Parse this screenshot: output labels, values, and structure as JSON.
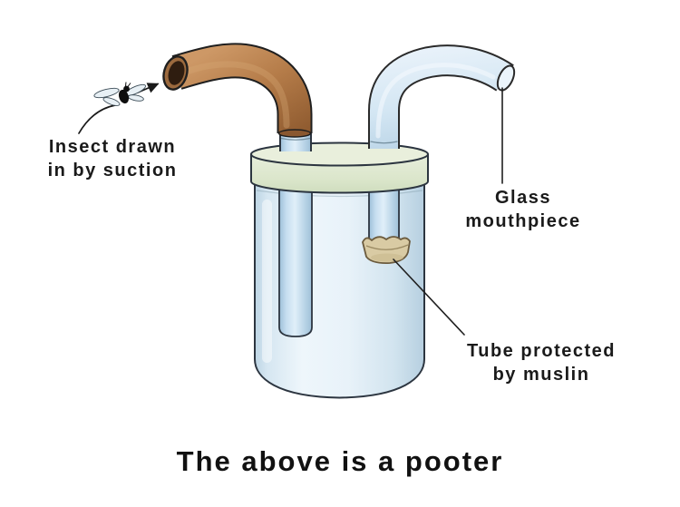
{
  "caption": "The above is a pooter",
  "labels": {
    "insect": "Insect drawn\nin by suction",
    "mouthpiece": "Glass\nmouthpiece",
    "muslin": "Tube protected\nby muslin"
  },
  "colors": {
    "background": "#ffffff",
    "outline": "#2c3540",
    "jar_glass_light": "#eef6fb",
    "jar_glass_dark": "#b6cfe0",
    "tube_glass": "#c6def0",
    "lid_green": "#dce6d0",
    "rubber_tube_brown": "#b57c49",
    "rubber_tube_dark": "#8e5a2f",
    "muslin_tan": "#d9cba4",
    "label_text": "#1a1a1a"
  }
}
